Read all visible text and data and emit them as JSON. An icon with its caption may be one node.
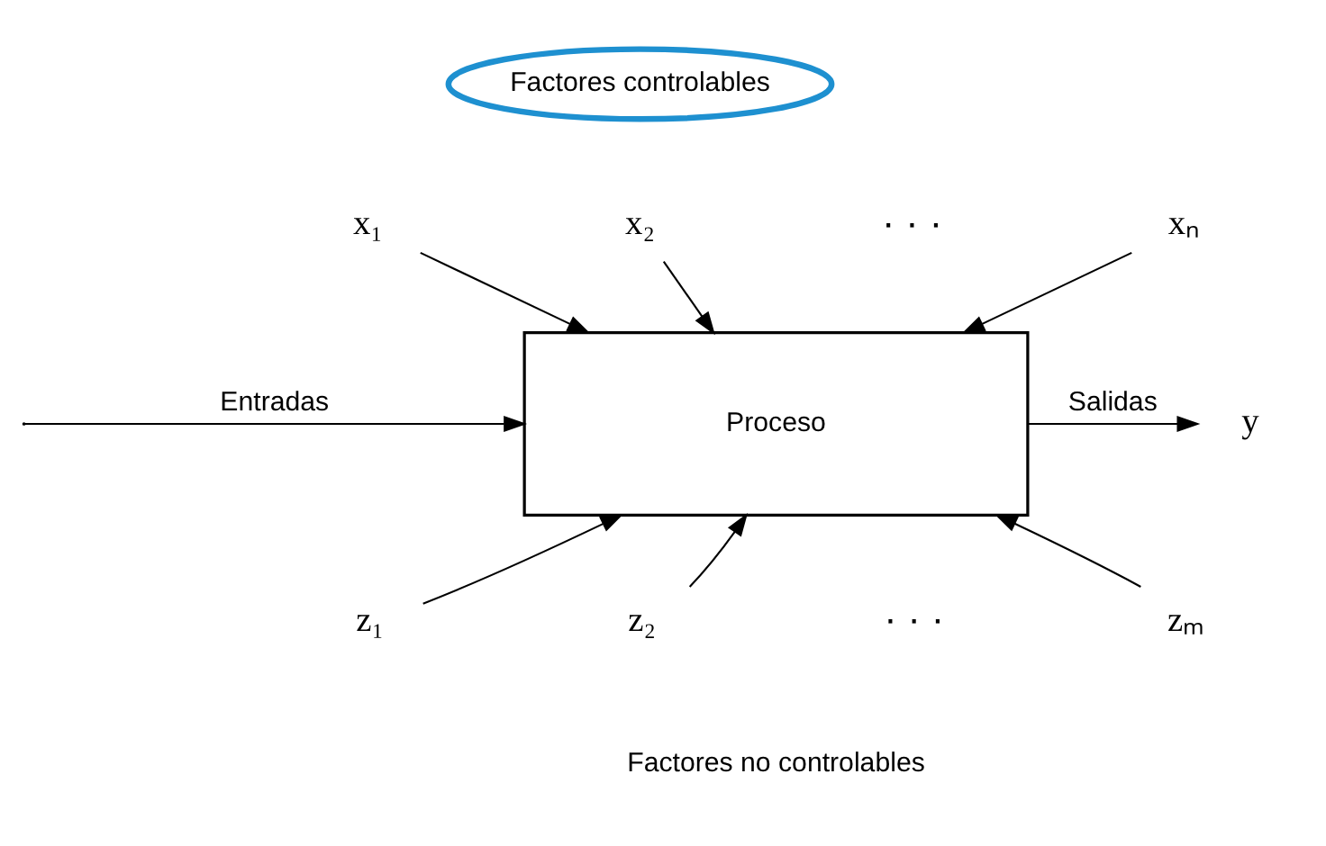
{
  "diagram": {
    "nodes": [
      {
        "text": [
          "Factores controlables"
        ]
      },
      {
        "text": [
          "x₁"
        ]
      },
      {
        "text": [
          "x₂"
        ]
      },
      {
        "text": [
          "xₙ"
        ]
      },
      {
        "text": [
          "Proceso"
        ]
      },
      {
        "text": [
          "y"
        ]
      },
      {
        "text": [
          "z₁"
        ]
      },
      {
        "text": [
          "z₂"
        ]
      },
      {
        "text": [
          "zₘ"
        ]
      }
    ],
    "edges": [
      {
        "from": 1,
        "to": 4,
        "arrow": "to"
      },
      {
        "from": 2,
        "to": 4,
        "arrow": "to"
      },
      {
        "from": 3,
        "to": 4,
        "arrow": "to"
      },
      {
        "from": null,
        "to": 4,
        "arrow": "to",
        "label": "Entradas"
      },
      {
        "from": 4,
        "to": 5,
        "arrow": "to",
        "label": "Salidas"
      },
      {
        "from": 6,
        "to": 4,
        "arrow": "to"
      },
      {
        "from": 7,
        "to": 4,
        "arrow": "to"
      },
      {
        "from": 8,
        "to": 4,
        "arrow": "to"
      }
    ],
    "labels": [
      "· · ·",
      "· · ·",
      "Factores no controlables"
    ]
  }
}
